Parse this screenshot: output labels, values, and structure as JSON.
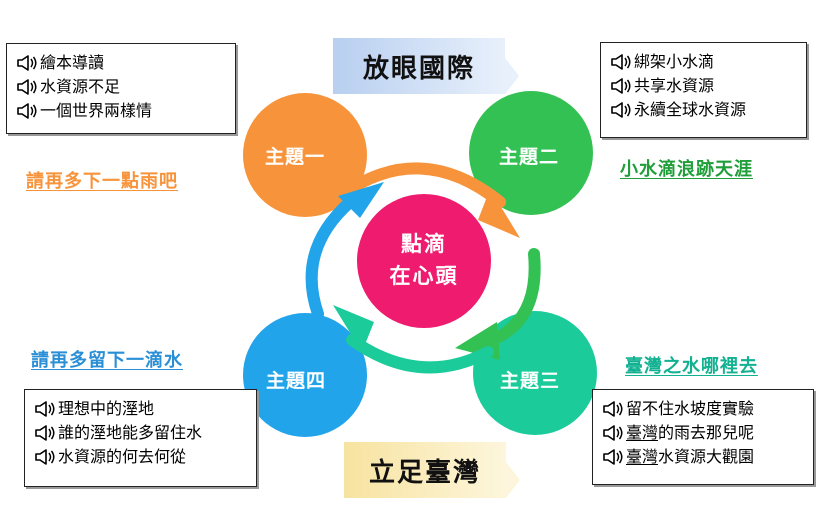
{
  "banner_top": "放眼國際",
  "banner_bottom": "立足臺灣",
  "center": {
    "line1": "點滴",
    "line2": "在心頭"
  },
  "themes": [
    {
      "label": "主題一",
      "color": "#f7943b"
    },
    {
      "label": "主題二",
      "color": "#33c153"
    },
    {
      "label": "主題三",
      "color": "#1bcb9a"
    },
    {
      "label": "主題四",
      "color": "#22a4ea"
    }
  ],
  "center_color": "#ee1b6f",
  "subtitles": {
    "one": {
      "text": "請再多下一點雨吧",
      "color": "#f7943b"
    },
    "two": {
      "text": "小水滴浪跡天涯",
      "color": "#1f9e3a"
    },
    "three": {
      "text": "臺灣之水哪裡去",
      "color": "#12b191"
    },
    "four": {
      "text": "請再多留下一滴水",
      "color": "#2a8fd6"
    }
  },
  "boxes": {
    "one": [
      "繪本導讀",
      "水資源不足",
      "一個世界兩樣情"
    ],
    "two": [
      "綁架小水滴",
      "共享水資源",
      "永續全球水資源"
    ],
    "three": [
      {
        "pre": "",
        "u": "",
        "post": "留不住水坡度實驗"
      },
      {
        "pre": "",
        "u": "臺灣",
        "post": "的雨去那兒呢"
      },
      {
        "pre": "",
        "u": "臺灣",
        "post": "水資源大觀園"
      }
    ],
    "four": [
      "理想中的溼地",
      "誰的溼地能多留住水",
      "水資源的何去何從"
    ]
  }
}
